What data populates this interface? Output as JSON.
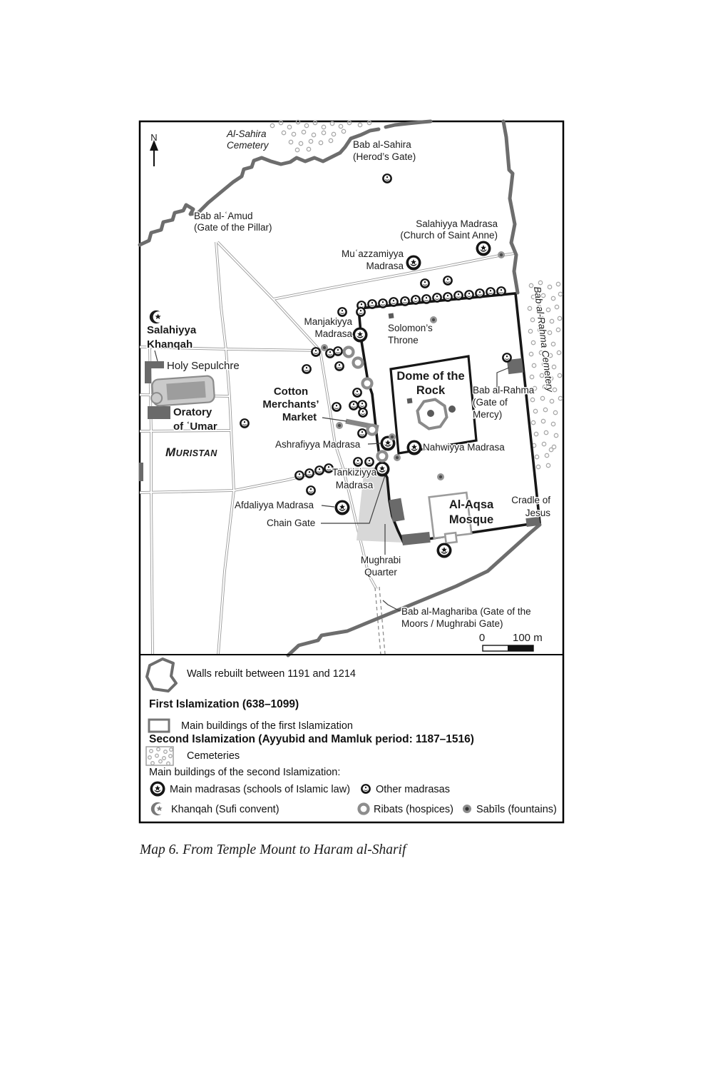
{
  "figure": {
    "caption": "Map 6.  From Temple Mount to Haram al-Sharif",
    "north_indicator": "N",
    "map_labels": {
      "al_sahira_cemetery": {
        "l1": "Al-Sahira",
        "l2": "Cemetery"
      },
      "bab_al_sahira": {
        "l1": "Bab al-Sahira",
        "l2": "(Herod’s Gate)"
      },
      "bab_al_amud": {
        "l1": "Bab al-ʿAmud",
        "l2": "(Gate of the Pillar)"
      },
      "salahiyya_madrasa": {
        "l1": "Salahiyya Madrasa",
        "l2": "(Church of Saint Anne)"
      },
      "muazzamiyya_madrasa": {
        "l1": "Muʿazzamiyya",
        "l2": "Madrasa"
      },
      "manjakiyya_madrasa": {
        "l1": "Manjakiyya",
        "l2": "Madrasa"
      },
      "solomons_throne": {
        "l1": "Solomon’s",
        "l2": "Throne"
      },
      "dome_of_the_rock": {
        "l1": "Dome of the",
        "l2": "Rock"
      },
      "bab_al_rahma": {
        "l1": "Bab al-Rahma",
        "l2": "(Gate of",
        "l3": "Mercy)"
      },
      "bab_al_rahma_cemetery": {
        "l1": "Bab al-Rahma Cemetery"
      },
      "salahiyya_khanqah": {
        "l1": "Salahiyya",
        "l2": "Khanqah"
      },
      "holy_sepulchre": {
        "l1": "Holy Sepulchre"
      },
      "oratory_of_umar": {
        "l1": "Oratory",
        "l2": "of ʿUmar"
      },
      "muristan": {
        "initial": "M",
        "rest": "URISTAN"
      },
      "cotton_market": {
        "l1": "Cotton",
        "l2": "Merchants’",
        "l3": "Market"
      },
      "ashrafiyya_madrasa": {
        "l1": "Ashrafiyya Madrasa"
      },
      "nahwiyya_madrasa": {
        "l1": "Nahwiyya Madrasa"
      },
      "tankiziyya_madrasa": {
        "l1": "Tankiziyya",
        "l2": "Madrasa"
      },
      "afdaliyya_madrasa": {
        "l1": "Afdaliyya Madrasa"
      },
      "chain_gate": {
        "l1": "Chain Gate"
      },
      "al_aqsa_mosque": {
        "l1": "Al-Aqsa",
        "l2": "Mosque"
      },
      "cradle_of_jesus": {
        "l1": "Cradle of",
        "l2": "Jesus"
      },
      "mughrabi_quarter": {
        "l1": "Mughrabi",
        "l2": "Quarter"
      },
      "bab_al_maghariba": {
        "l1": "Bab al-Maghariba (Gate of the",
        "l2": "Moors / Mughrabi Gate)"
      }
    },
    "scale_bar": {
      "zero": "0",
      "label": "100 m"
    },
    "legend": {
      "walls": "Walls rebuilt between 1191 and 1214",
      "first_heading": "First Islamization (638–1099)",
      "first_buildings": "Main buildings of the first Islamization",
      "second_heading": "Second Islamization (Ayyubid and Mamluk period: 1187–1516)",
      "cemeteries": "Cemeteries",
      "second_buildings": "Main buildings of the second Islamization:",
      "main_madrasas": "Main madrasas (schools of Islamic law)",
      "other_madrasas": "Other madrasas",
      "khanqah": "Khanqah (Sufi convent)",
      "ribats": "Ribats (hospices)",
      "sabils": "Sabīls (fountains)"
    },
    "icons": {
      "main_madrasa": "black disc with white crescent and star",
      "other_madrasa": "small black disc with white crescent and star",
      "khanqah": "crescent holding a star",
      "ribat": "thick grey ring",
      "sabil": "grey dot with dark centre",
      "cemetery": "scattered dotted pattern",
      "north_arrow": "upward arrow"
    },
    "colors": {
      "city_wall_grey": "#6d6d6d",
      "haram_wall_black": "#161616",
      "building_dark": "#6a6a6a",
      "building_light": "#cacaca",
      "quarter_light": "#d8d8d8",
      "street_grey": "#9c9c9c"
    }
  }
}
